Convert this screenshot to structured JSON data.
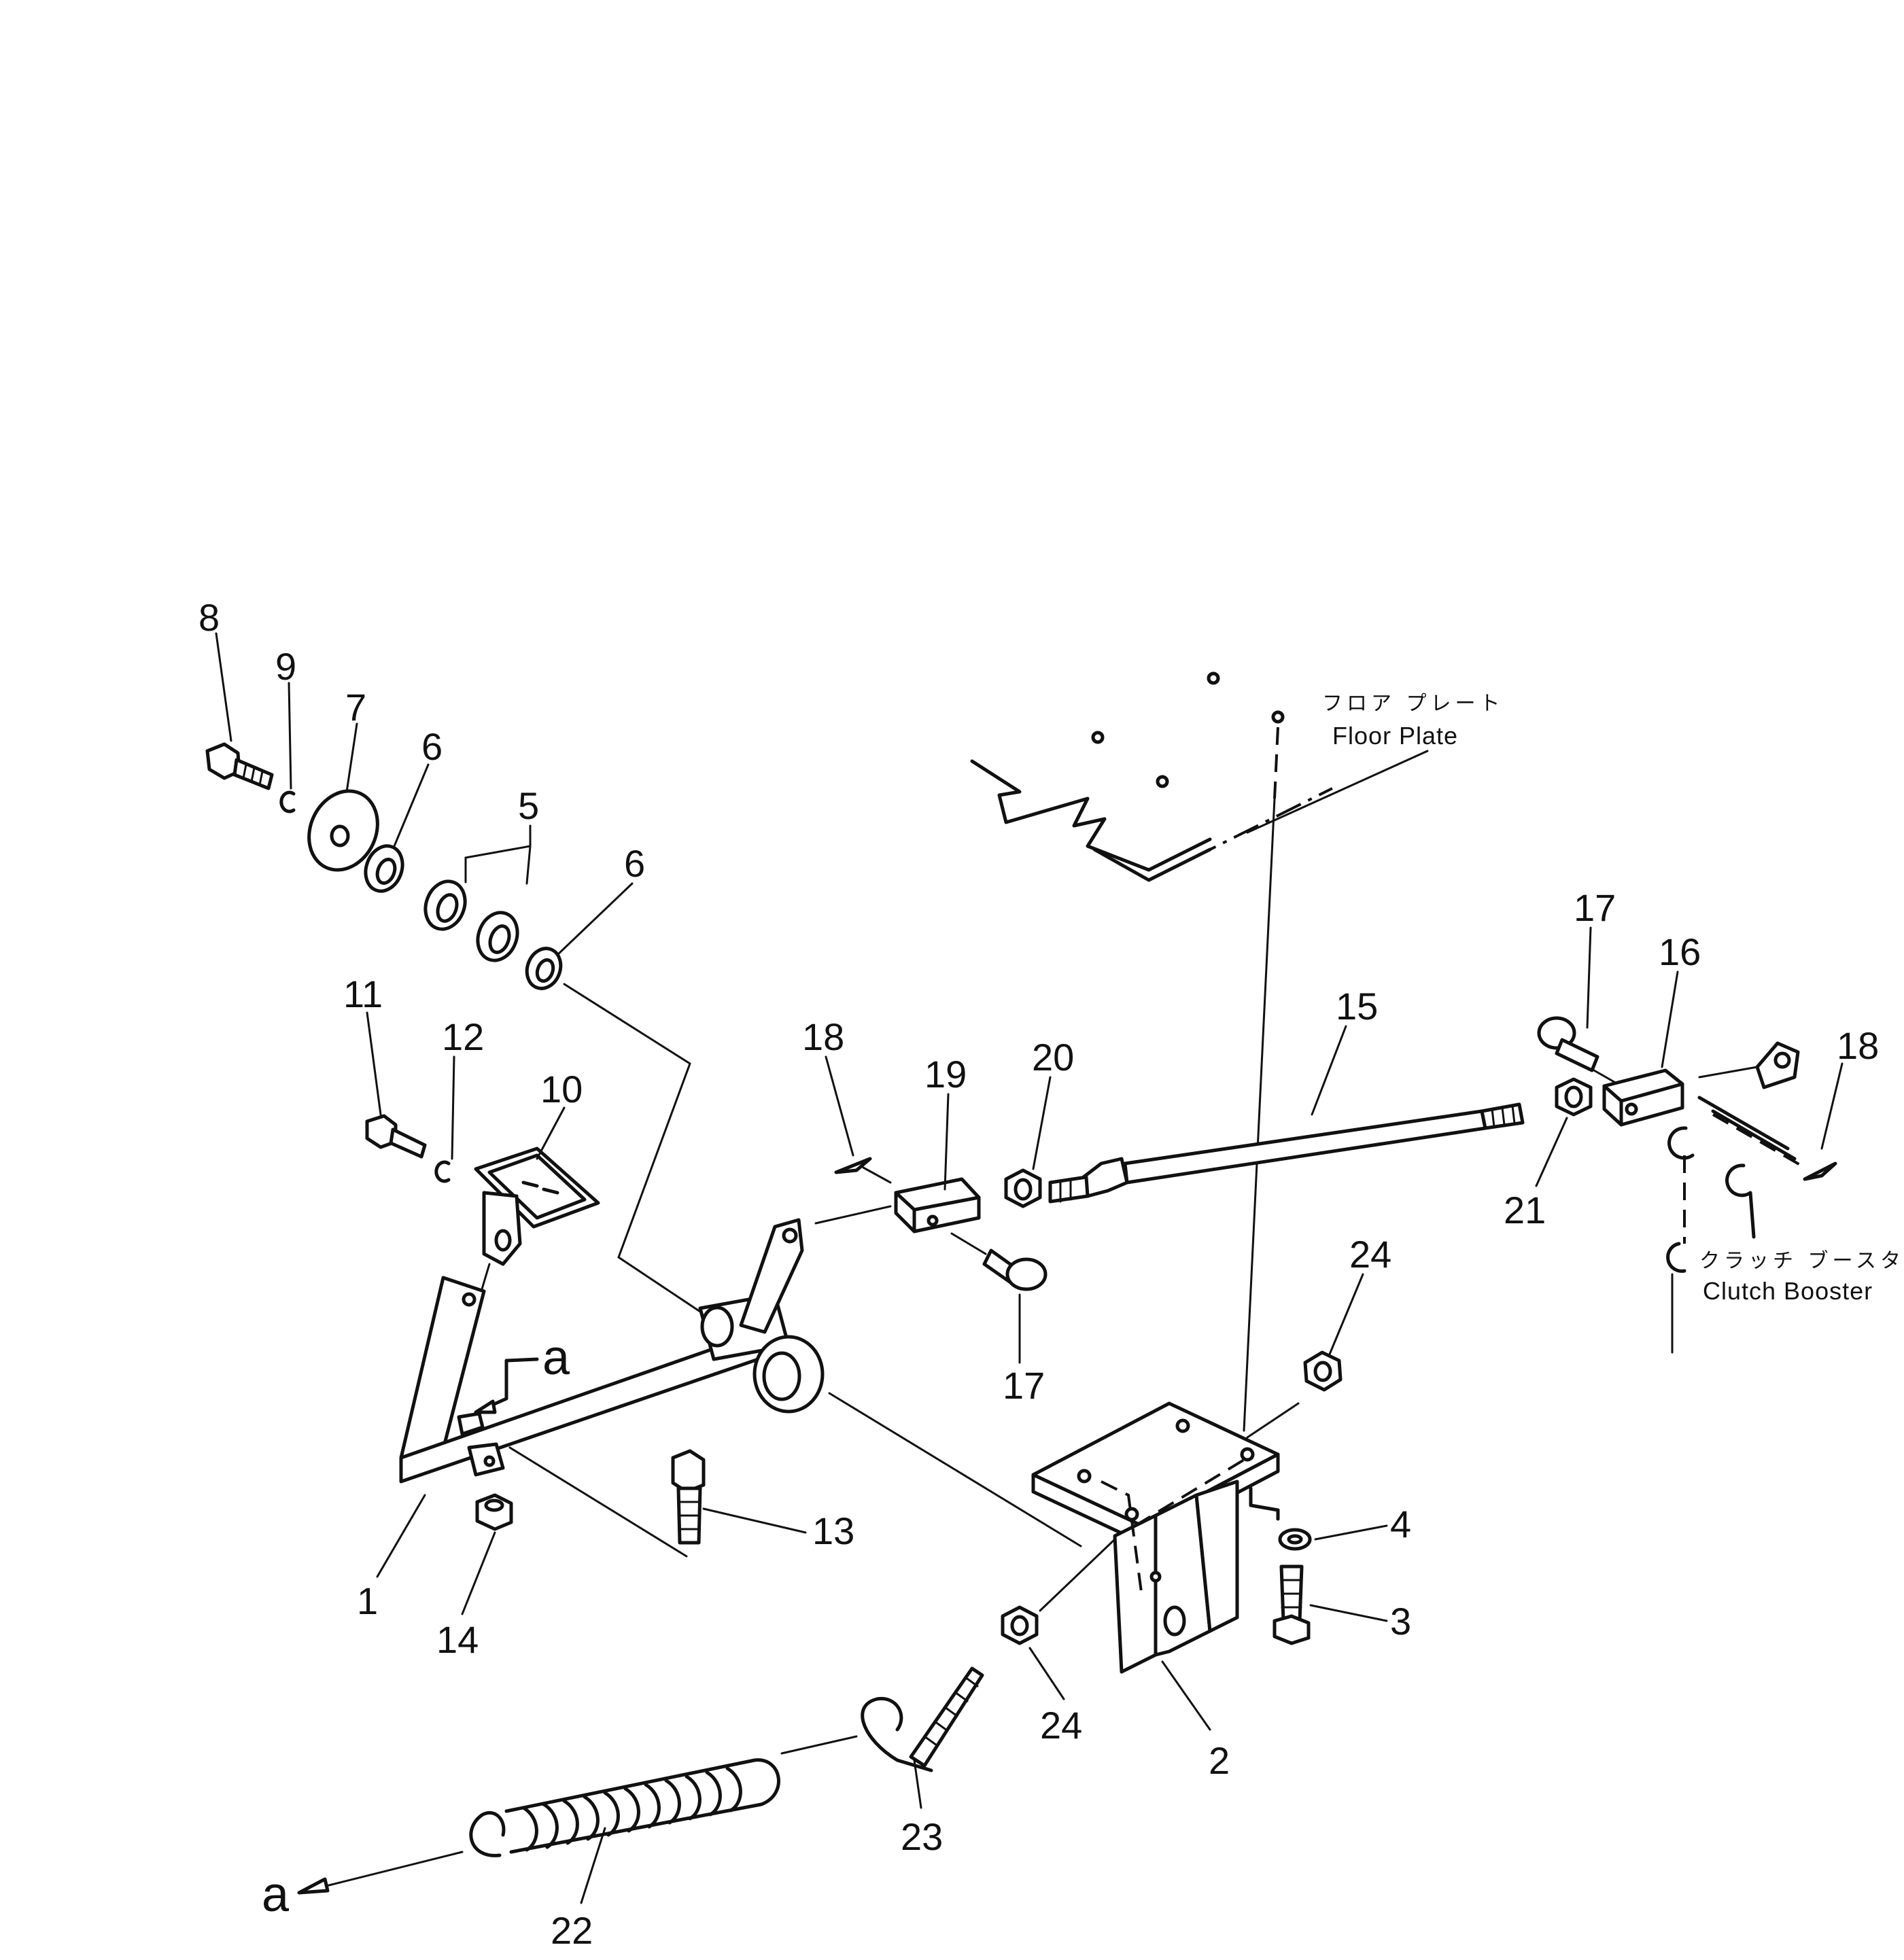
{
  "callouts": [
    {
      "id": "c8",
      "text": "8"
    },
    {
      "id": "c9",
      "text": "9"
    },
    {
      "id": "c7",
      "text": "7"
    },
    {
      "id": "c6a",
      "text": "6"
    },
    {
      "id": "c5",
      "text": "5"
    },
    {
      "id": "c6b",
      "text": "6"
    },
    {
      "id": "c11",
      "text": "11"
    },
    {
      "id": "c12",
      "text": "12"
    },
    {
      "id": "c10",
      "text": "10"
    },
    {
      "id": "c18a",
      "text": "18"
    },
    {
      "id": "c19",
      "text": "19"
    },
    {
      "id": "c20",
      "text": "20"
    },
    {
      "id": "c15",
      "text": "15"
    },
    {
      "id": "c17a",
      "text": "17"
    },
    {
      "id": "c16",
      "text": "16"
    },
    {
      "id": "c18b",
      "text": "18"
    },
    {
      "id": "c21",
      "text": "21"
    },
    {
      "id": "c17b",
      "text": "17"
    },
    {
      "id": "c24a",
      "text": "24"
    },
    {
      "id": "c4",
      "text": "4"
    },
    {
      "id": "c3",
      "text": "3"
    },
    {
      "id": "c13",
      "text": "13"
    },
    {
      "id": "c1",
      "text": "1"
    },
    {
      "id": "c14",
      "text": "14"
    },
    {
      "id": "c24b",
      "text": "24"
    },
    {
      "id": "c2",
      "text": "2"
    },
    {
      "id": "c23",
      "text": "23"
    },
    {
      "id": "c22",
      "text": "22"
    }
  ],
  "section_marks": {
    "upper": "a",
    "lower": "a"
  },
  "labels": {
    "floor_plate_jp": "フロア プレート",
    "floor_plate_en": "Floor Plate",
    "clutch_booster_jp": "クラッチ ブースタ",
    "clutch_booster_en": "Clutch Booster"
  }
}
